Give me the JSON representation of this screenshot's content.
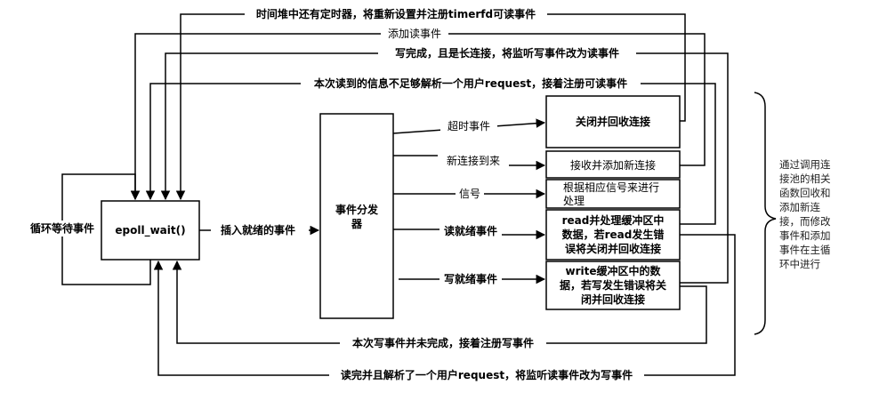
{
  "nodes": {
    "epoll": "epoll_wait()",
    "dispatcher": [
      "事件分发",
      "器"
    ],
    "close_conn": "关闭并回收连接",
    "accept_conn": "接收并添加新连接",
    "signal_handle": [
      "根据相应信号来进行",
      "处理"
    ],
    "read_handle": [
      "read并处理缓冲区中",
      "数据，若read发生错",
      "误将关闭并回收连接"
    ],
    "write_handle": [
      "write缓冲区中的数",
      "据，若写发生错误将关",
      "闭并回收连接"
    ]
  },
  "edges": {
    "loop_wait": "循环等待事件",
    "insert_ready": "插入就绪的事件",
    "timeout": "超时事件",
    "new_conn": "新连接到来",
    "signal": "信号",
    "read_ready": "读就绪事件",
    "write_ready": "写就绪事件",
    "timer_reregister": "时间堆中还有定时器，将重新设置并注册timerfd可读事件",
    "add_read": "添加读事件",
    "write_done_keepalive": "写完成，且是长连接，将监听写事件改为读事件",
    "read_incomplete": "本次读到的信息不足够解析一个用户request，接着注册可读事件",
    "write_incomplete": "本次写事件并未完成，接着注册写事件",
    "read_parsed": "读完并且解析了一个用户request，将监听读事件改为写事件"
  },
  "note": [
    "通过调用连",
    "接池的相关",
    "函数回收和",
    "添加新连",
    "接，而修改",
    "事件和添加",
    "事件在主循",
    "环中进行"
  ]
}
